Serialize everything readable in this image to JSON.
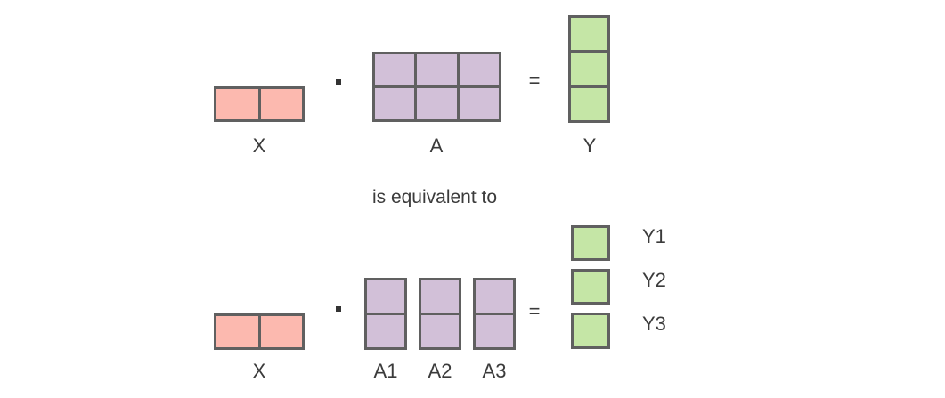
{
  "colors": {
    "canvas_bg": "#ffffff",
    "x_fill": "#fcb9af",
    "a_fill": "#d2c0d8",
    "y_fill": "#c5e6a6",
    "border_color": "#606060",
    "text_color": "#3b3b3b"
  },
  "top_equation": {
    "x_label": "X",
    "x_dims": "1x2",
    "multiply_operator": "▪",
    "a_label": "A",
    "a_dims": "2x3",
    "equals_sign": "=",
    "y_label": "Y",
    "y_dims": "3x1"
  },
  "equivalence_text": "is equivalent to",
  "bottom_equation": {
    "x_label": "X",
    "x_dims": "1x2",
    "multiply_operator": "▪",
    "equals_sign": "=",
    "a_columns": [
      {
        "label": "A1",
        "dims": "2x1"
      },
      {
        "label": "A2",
        "dims": "2x1"
      },
      {
        "label": "A3",
        "dims": "2x1"
      }
    ],
    "y_cells": [
      {
        "label": "Y1",
        "dims": "1x1"
      },
      {
        "label": "Y2",
        "dims": "1x1"
      },
      {
        "label": "Y3",
        "dims": "1x1"
      }
    ]
  }
}
